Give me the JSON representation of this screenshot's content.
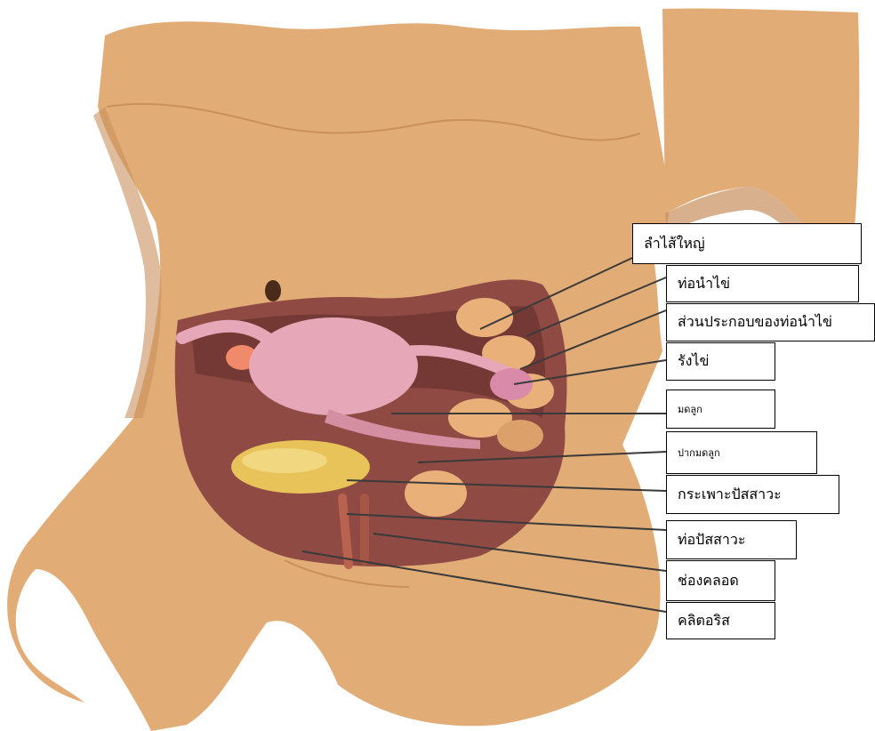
{
  "colors": {
    "skin": "#e2ac77",
    "skin_shadow": "#c98f5c",
    "cavity": "#8e4a43",
    "cavity_dark": "#5f2a2a",
    "uterus": "#e6a8b8",
    "bladder": "#e8c35a",
    "intestine": "#e9b07a",
    "leader_line": "#3a3a3a",
    "box_border": "#000000"
  },
  "labels": [
    {
      "id": "large-intestine",
      "text": "ลำไส้ใหญ่"
    },
    {
      "id": "fallopian-tube",
      "text": "ท่อนำไข่"
    },
    {
      "id": "fallopian-tube-parts",
      "text": "ส่วนประกอบของท่อนำไข่"
    },
    {
      "id": "ovary",
      "text": "รังไข่"
    },
    {
      "id": "uterus",
      "text": "มดลูก"
    },
    {
      "id": "cervix",
      "text": "ปากมดลูก"
    },
    {
      "id": "bladder",
      "text": "กระเพาะปัสสาวะ"
    },
    {
      "id": "urethra",
      "text": "ท่อปัสสาวะ"
    },
    {
      "id": "vagina",
      "text": "ช่องคลอด"
    },
    {
      "id": "clitoris",
      "text": "คลิตอริส"
    }
  ]
}
